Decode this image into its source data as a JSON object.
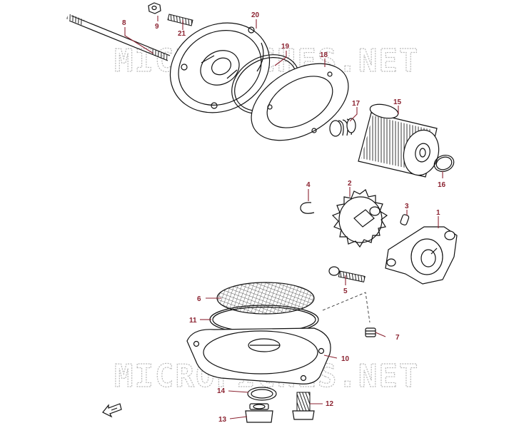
{
  "watermark": {
    "text": "MICROFICHES.NET"
  },
  "callouts": {
    "p1": "1",
    "p2": "2",
    "p3": "3",
    "p4": "4",
    "p5": "5",
    "p6": "6",
    "p7": "7",
    "p8": "8",
    "p9": "9",
    "p10": "10",
    "p11": "11",
    "p12": "12",
    "p13": "13",
    "p14": "14",
    "p15": "15",
    "p16": "16",
    "p17": "17",
    "p18": "18",
    "p19": "19",
    "p20": "20",
    "p21": "21"
  },
  "front_arrow": {
    "icon": "front-arrow-icon"
  },
  "colors": {
    "callout": "#8b2331",
    "line": "#111111",
    "watermark": "#b9b9b9"
  }
}
